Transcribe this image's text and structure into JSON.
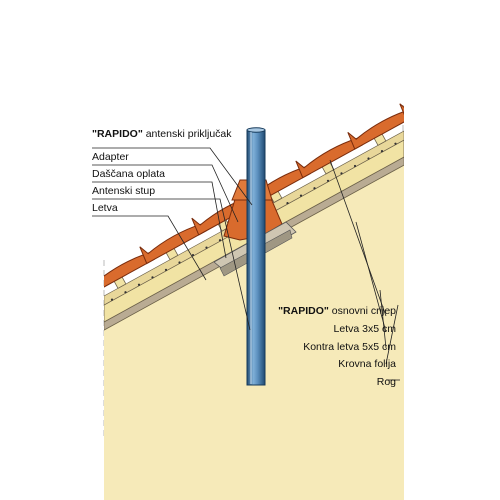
{
  "labels_left": {
    "l1_brand": "\"RAPIDO\"",
    "l1_rest": " antenski priključak",
    "l2": "Adapter",
    "l3": "Daščana oplata",
    "l4": "Antenski stup",
    "l5": "Letva"
  },
  "labels_right": {
    "r1_brand": "\"RAPIDO\"",
    "r1_rest": " osnovni crijep",
    "r2": "Letva 3x5 cm",
    "r3": "Kontra letva 5x5 cm",
    "r4": "Krovna folija",
    "r5": "Rog"
  },
  "colors": {
    "rafter": "#f6eab9",
    "batten": "#f1e3a4",
    "foil": "#b9ab93",
    "tile": "#d96b2d",
    "tile_edge": "#7a2c0c",
    "mast": "#5b8fbd",
    "mast_dark": "#1f4a72",
    "mast_light": "#a9c8e2"
  },
  "icons": [
    "antenna-mast",
    "roof-tile",
    "adapter-flashing"
  ]
}
